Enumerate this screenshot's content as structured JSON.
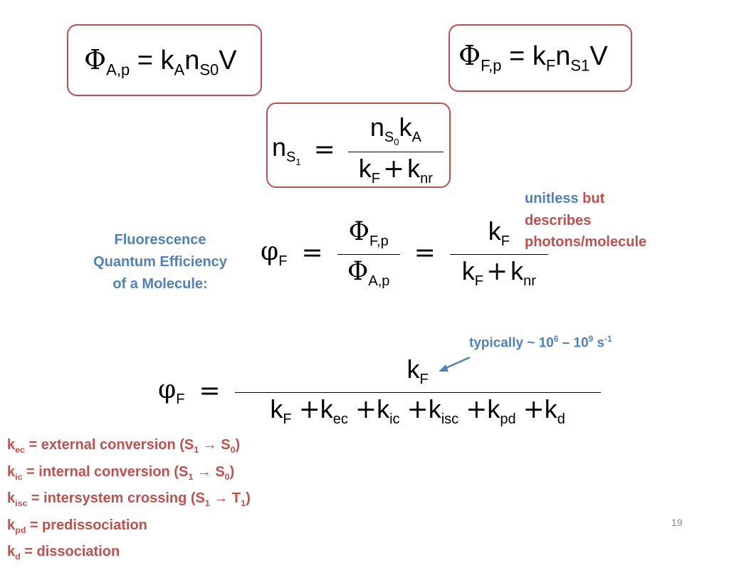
{
  "box_absorption": {
    "phi": "Φ",
    "phi_sub": "A,p",
    "eq": "= k",
    "k_sub": "A",
    "n": "n",
    "n_sub": "S0",
    "v": "V"
  },
  "box_fluor": {
    "phi": "Φ",
    "phi_sub": "F,p",
    "eq": "= k",
    "k_sub": "F",
    "n": "n",
    "n_sub": "S1",
    "v": "V"
  },
  "box_ns1": {
    "lhs": "n",
    "lhs_sub": "S",
    "lhs_subsub": "1",
    "eq": "=",
    "num_n": "n",
    "num_n_sub": "S",
    "num_n_subsub": "0",
    "num_k": "k",
    "num_k_sub": "A",
    "den_k1": "k",
    "den_k1_sub": "F",
    "den_plus": "+",
    "den_k2": "k",
    "den_k2_sub": "nr"
  },
  "qe_label": {
    "line1": "Fluorescence",
    "line2": "Quantum Efficiency",
    "line3": "of a Molecule:"
  },
  "qe_eq": {
    "lhs": "φ",
    "lhs_sub": "F",
    "eq1": "=",
    "f1_num": "Φ",
    "f1_num_sub": "F,p",
    "f1_den": "Φ",
    "f1_den_sub": "A,p",
    "eq2": "=",
    "f2_num": "k",
    "f2_num_sub": "F",
    "f2_den_k1": "k",
    "f2_den_k1_sub": "F",
    "f2_den_plus": "+",
    "f2_den_k2": "k",
    "f2_den_k2_sub": "nr"
  },
  "unitless_note": {
    "w1": "unitless",
    "w2": "but",
    "line2": "describes",
    "line3": "photons/molecule"
  },
  "typical_note": {
    "text": "typically ~ 10",
    "sup1": "6",
    "dash": " – 10",
    "sup2": "9",
    "unit": " s",
    "sup3": "-1"
  },
  "full_eq": {
    "lhs": "φ",
    "lhs_sub": "F",
    "eq": "=",
    "num": "k",
    "num_sub": "F",
    "terms": [
      {
        "k": "k",
        "sub": "F"
      },
      {
        "plus": "+",
        "k": "k",
        "sub": "ec"
      },
      {
        "plus": "+",
        "k": "k",
        "sub": "ic"
      },
      {
        "plus": "+",
        "k": "k",
        "sub": "isc"
      },
      {
        "plus": "+",
        "k": "k",
        "sub": "pd"
      },
      {
        "plus": "+",
        "k": "k",
        "sub": "d"
      }
    ]
  },
  "definitions": [
    {
      "k": "k",
      "sub": "ec",
      "text": " = external conversion (S",
      "s1": "1",
      "arrow": " → S",
      "s2": "0",
      "end": ")"
    },
    {
      "k": "k",
      "sub": "ic",
      "text": " = internal conversion (S",
      "s1": "1",
      "arrow": " → S",
      "s2": "0",
      "end": ")"
    },
    {
      "k": "k",
      "sub": "isc",
      "text": " = intersystem crossing (S",
      "s1": "1",
      "arrow": " → T",
      "s2": "1",
      "end": ")"
    },
    {
      "k": "k",
      "sub": "pd",
      "text": " = predissociation"
    },
    {
      "k": "k",
      "sub": "d",
      "text": " = dissociation"
    }
  ],
  "page_number": "19",
  "colors": {
    "box_border": "#c0504d",
    "blue_note": "#4f81bd",
    "red_note": "#c0504d"
  }
}
